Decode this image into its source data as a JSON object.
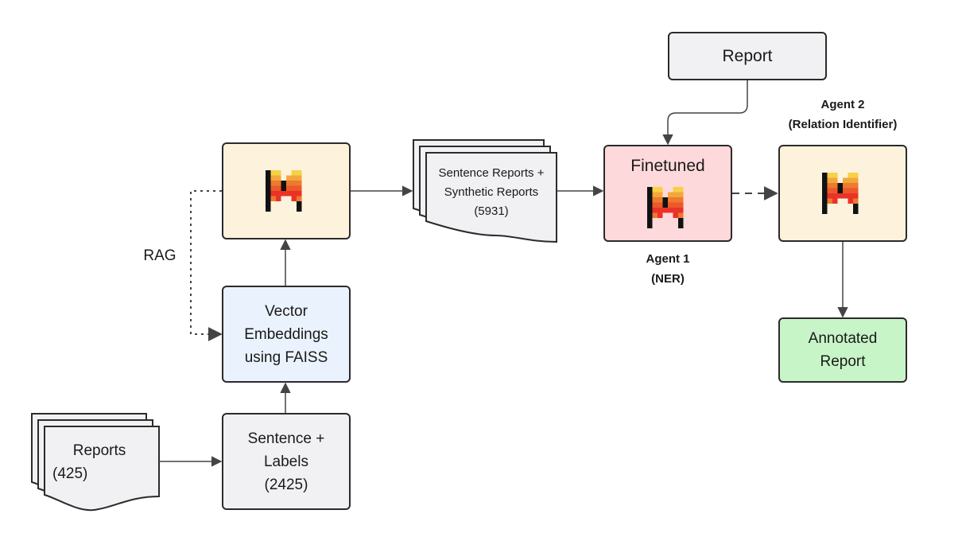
{
  "nodes": {
    "report": "Report",
    "vector": "Vector\nEmbeddings\nusing FAISS",
    "sentence_labels": "Sentence +\nLabels\n(2425)",
    "finetuned": "Finetuned",
    "annotated": "Annotated\nReport",
    "reports_doc": {
      "title": "Reports",
      "count": "(425)"
    },
    "synthetic_doc": "Sentence Reports +\nSynthetic Reports\n(5931)"
  },
  "labels": {
    "rag": "RAG",
    "agent1": "Agent 1\n(NER)",
    "agent2": "Agent 2\n(Relation Identifier)"
  },
  "icons": {
    "llm_logo": "mistral-logo-icon"
  },
  "colors": {
    "cream": "#fdf2dc",
    "blue": "#eaf2fd",
    "pink": "#fdd9db",
    "green": "#c8f5c8",
    "gray": "#f1f1f3",
    "stroke": "#2b2b2b",
    "arrow": "#444444"
  }
}
